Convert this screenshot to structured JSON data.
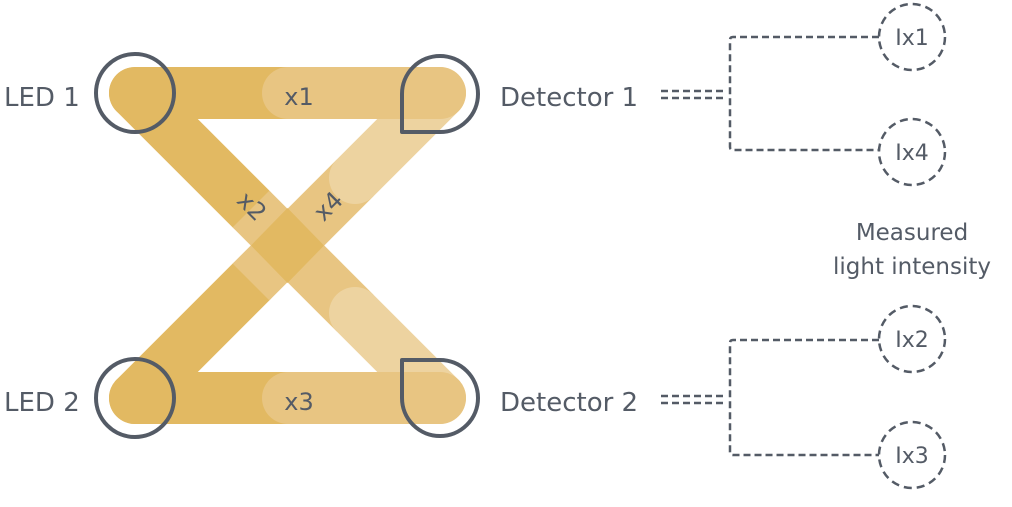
{
  "colors": {
    "dark": "#E2B962",
    "mid": "#E8C582",
    "light": "#EDD3A0",
    "stroke": "#545B66"
  },
  "emitters": [
    {
      "label": "LED 1"
    },
    {
      "label": "LED 2"
    }
  ],
  "detectors": [
    {
      "label": "Detector 1"
    },
    {
      "label": "Detector 2"
    }
  ],
  "paths": {
    "x1": "x1",
    "x2": "x2",
    "x3": "x3",
    "x4": "x4"
  },
  "measurements": [
    "Ix1",
    "Ix4",
    "Ix2",
    "Ix3"
  ],
  "measured_label": {
    "line1": "Measured",
    "line2": "light intensity"
  }
}
